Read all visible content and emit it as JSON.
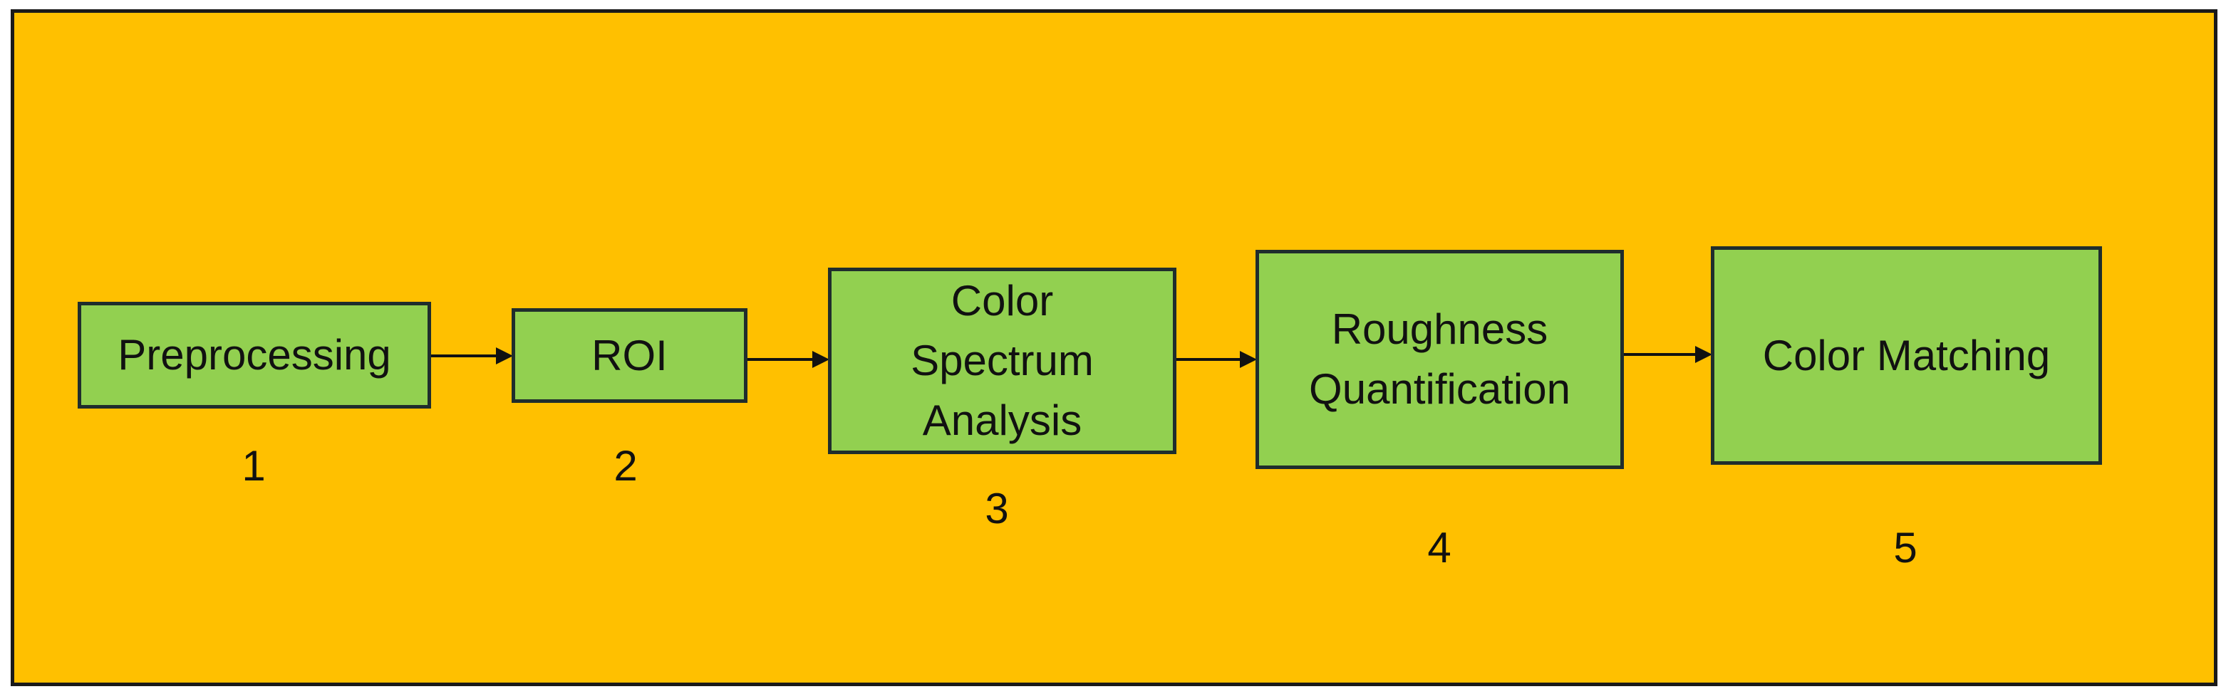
{
  "diagram": {
    "background_color": "#FFC000",
    "box_color": "#92D050",
    "steps": [
      {
        "label": "Preprocessing",
        "number": "1"
      },
      {
        "label": "ROI",
        "number": "2"
      },
      {
        "label": "Color\nSpectrum\nAnalysis",
        "number": "3"
      },
      {
        "label": "Roughness\nQuantification",
        "number": "4"
      },
      {
        "label": "Color Matching",
        "number": "5"
      }
    ]
  }
}
